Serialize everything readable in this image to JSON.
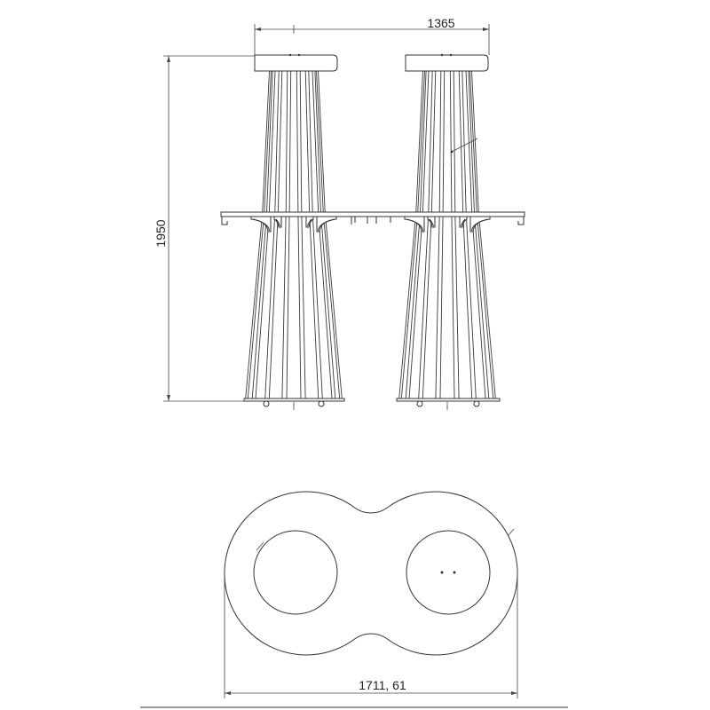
{
  "dimensions": {
    "overall_width": "1365",
    "overall_height": "1950",
    "plan_width": "1711, 61"
  },
  "colors": {
    "line": "#333333",
    "background": "#ffffff"
  }
}
